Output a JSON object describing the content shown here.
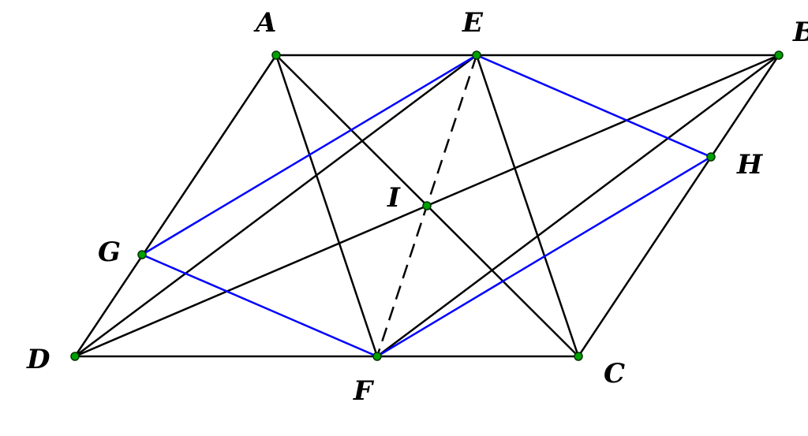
{
  "points": [
    {
      "id": "A",
      "label": "A"
    },
    {
      "id": "E",
      "label": "E"
    },
    {
      "id": "B",
      "label": "B"
    },
    {
      "id": "H",
      "label": "H"
    },
    {
      "id": "I",
      "label": "I"
    },
    {
      "id": "G",
      "label": "G"
    },
    {
      "id": "D",
      "label": "D"
    },
    {
      "id": "F",
      "label": "F"
    },
    {
      "id": "C",
      "label": "C"
    }
  ],
  "segments": {
    "black": [
      [
        "A",
        "B"
      ],
      [
        "D",
        "C"
      ],
      [
        "A",
        "D"
      ],
      [
        "B",
        "C"
      ],
      [
        "A",
        "F"
      ],
      [
        "A",
        "C"
      ],
      [
        "E",
        "D"
      ],
      [
        "E",
        "C"
      ],
      [
        "B",
        "D"
      ],
      [
        "B",
        "F"
      ]
    ],
    "blue": [
      [
        "E",
        "G"
      ],
      [
        "G",
        "F"
      ],
      [
        "F",
        "H"
      ],
      [
        "H",
        "E"
      ]
    ],
    "dashed": [
      [
        "E",
        "F"
      ]
    ]
  },
  "colors": {
    "line": "#000000",
    "highlight": "#0000ff",
    "point": "#00a000"
  }
}
